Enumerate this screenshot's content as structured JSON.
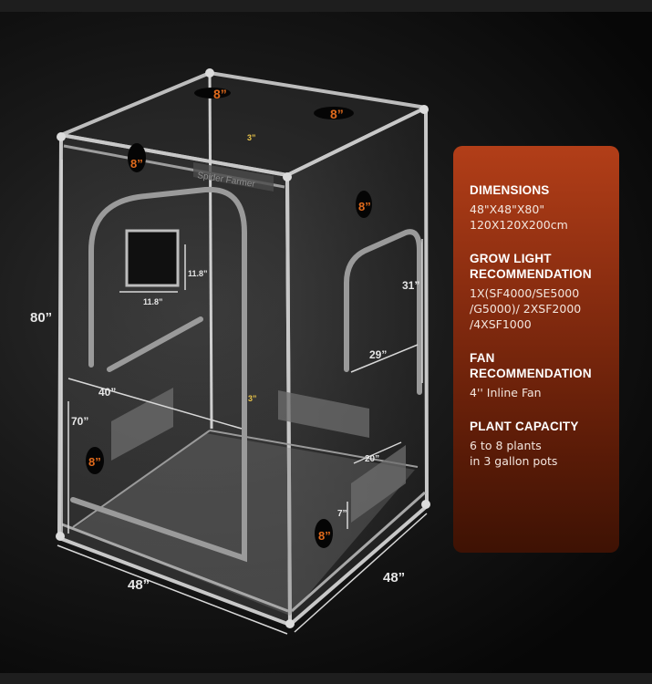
{
  "labels": {
    "height": "80”",
    "width_front": "48”",
    "width_side": "48”",
    "door_width": "40”",
    "door_height": "70”",
    "window_w": "11.8”",
    "window_h": "11.8”",
    "side_door_h": "31”",
    "side_door_w": "29”",
    "vent_w": "20”",
    "vent_h": "7”",
    "port_top_left": "8”",
    "port_top_right": "8”",
    "port_top_mid": "3”",
    "port_front_upper": "8”",
    "port_side_upper": "8”",
    "port_front_lower": "8”",
    "port_side_lower": "8”",
    "port_mid": "3”"
  },
  "logo": {
    "text": "Spider Farmer"
  },
  "specs": [
    {
      "title": "DIMENSIONS",
      "body": "48\"X48\"X80\"\n120X120X200cm"
    },
    {
      "title": "GROW LIGHT\nRECOMMENDATION",
      "body": "1X(SF4000/SE5000\n/G5000)/ 2XSF2000\n/4XSF1000"
    },
    {
      "title": "FAN\nRECOMMENDATION",
      "body": "4'' Inline Fan"
    },
    {
      "title": "PLANT CAPACITY",
      "body": "6 to 8 plants\nin 3 gallon pots"
    }
  ],
  "colors": {
    "port_label": "#e06a1c",
    "small_label": "#e8c34a",
    "panel": "#a63a16"
  }
}
